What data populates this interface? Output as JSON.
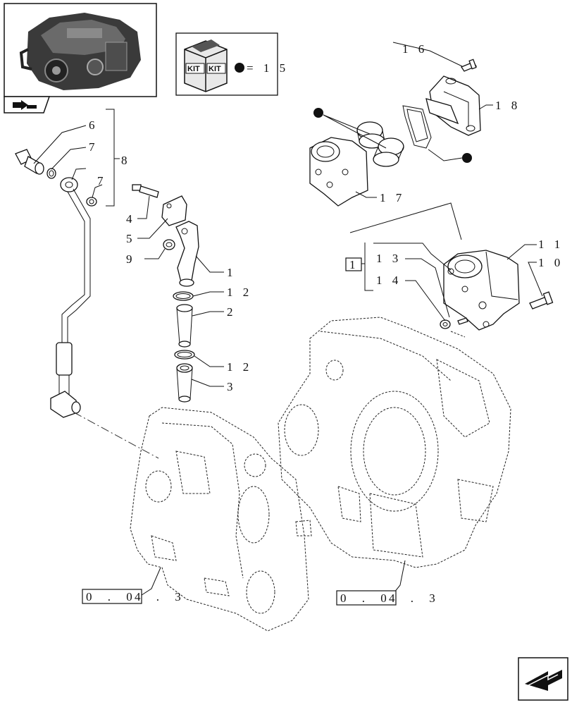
{
  "header": {
    "kit_box": {
      "kit_label_left": "KIT",
      "kit_label_right": "KIT",
      "equals_text": "= 1 5"
    }
  },
  "callouts": {
    "p1": "1",
    "p2": "2",
    "p3": "3",
    "p4": "4",
    "p5": "5",
    "p6": "6",
    "p7a": "7",
    "p7b": "7",
    "p8": "8",
    "p9": "9",
    "p10": "1 0",
    "p11": "1 1",
    "p12a": "1 2",
    "p12b": "1 2",
    "p13": "1 3",
    "p14": "1 4",
    "p16": "1 6",
    "p17": "1 7",
    "p18": "1 8",
    "group_box": "1"
  },
  "references": {
    "left_ref_box": "0 . 0",
    "left_ref_tail": "4 . 3",
    "right_ref_box": "0 . 0",
    "right_ref_tail": "4 . 3"
  },
  "icons": [
    "engine-thumbnail-icon",
    "bookmark-flag-icon",
    "kit-box-icon",
    "dot-marker-icon",
    "next-page-arrow-icon"
  ],
  "colors": {
    "line": "#111111",
    "background": "#ffffff"
  }
}
